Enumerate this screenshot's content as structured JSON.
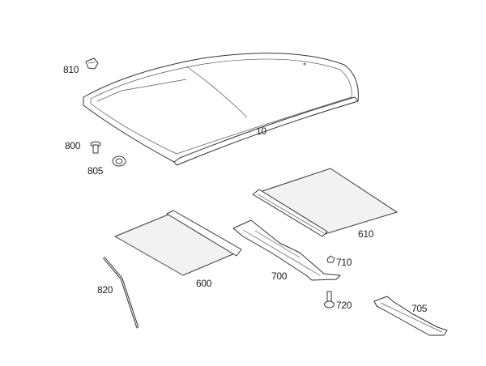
{
  "diagram": {
    "labels": {
      "p810": "810",
      "p10": "10",
      "p800": "800",
      "p805": "805",
      "p610": "610",
      "p710": "710",
      "p700": "700",
      "p600": "600",
      "p820": "820",
      "p720": "720",
      "p705": "705"
    }
  }
}
